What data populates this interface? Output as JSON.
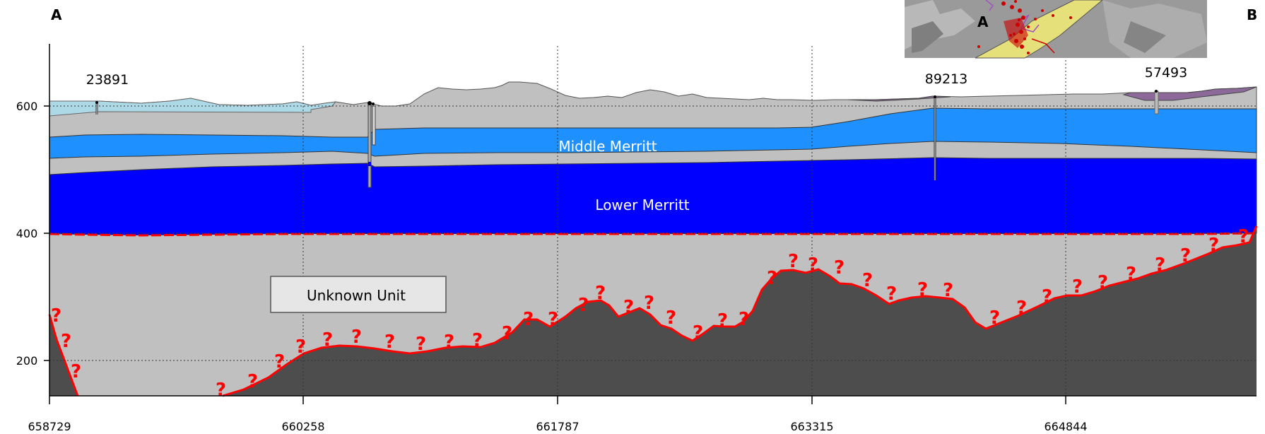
{
  "section": {
    "start_label": "A",
    "end_label": "B",
    "x_ticks": [
      "658729",
      "660258",
      "661787",
      "663315",
      "664844"
    ],
    "y_ticks": [
      "600",
      "400",
      "200"
    ],
    "wells": [
      "23891",
      "89213",
      "57493"
    ],
    "units": {
      "middle": "Middle Merritt",
      "lower": "Lower  Merritt",
      "unknown": "Unknown Unit"
    },
    "uncertain_contact_symbol": "?",
    "colors": {
      "surface_unit": "#c0c0c0",
      "middle_merritt": "#1e90ff",
      "lower_merritt": "#0000ff",
      "basement": "#4d4d4d",
      "lake_fill": "#add8e6",
      "purple_fill": "#8b6a9a",
      "contact_line": "#ff0000"
    }
  },
  "inset": {
    "label": "A"
  }
}
